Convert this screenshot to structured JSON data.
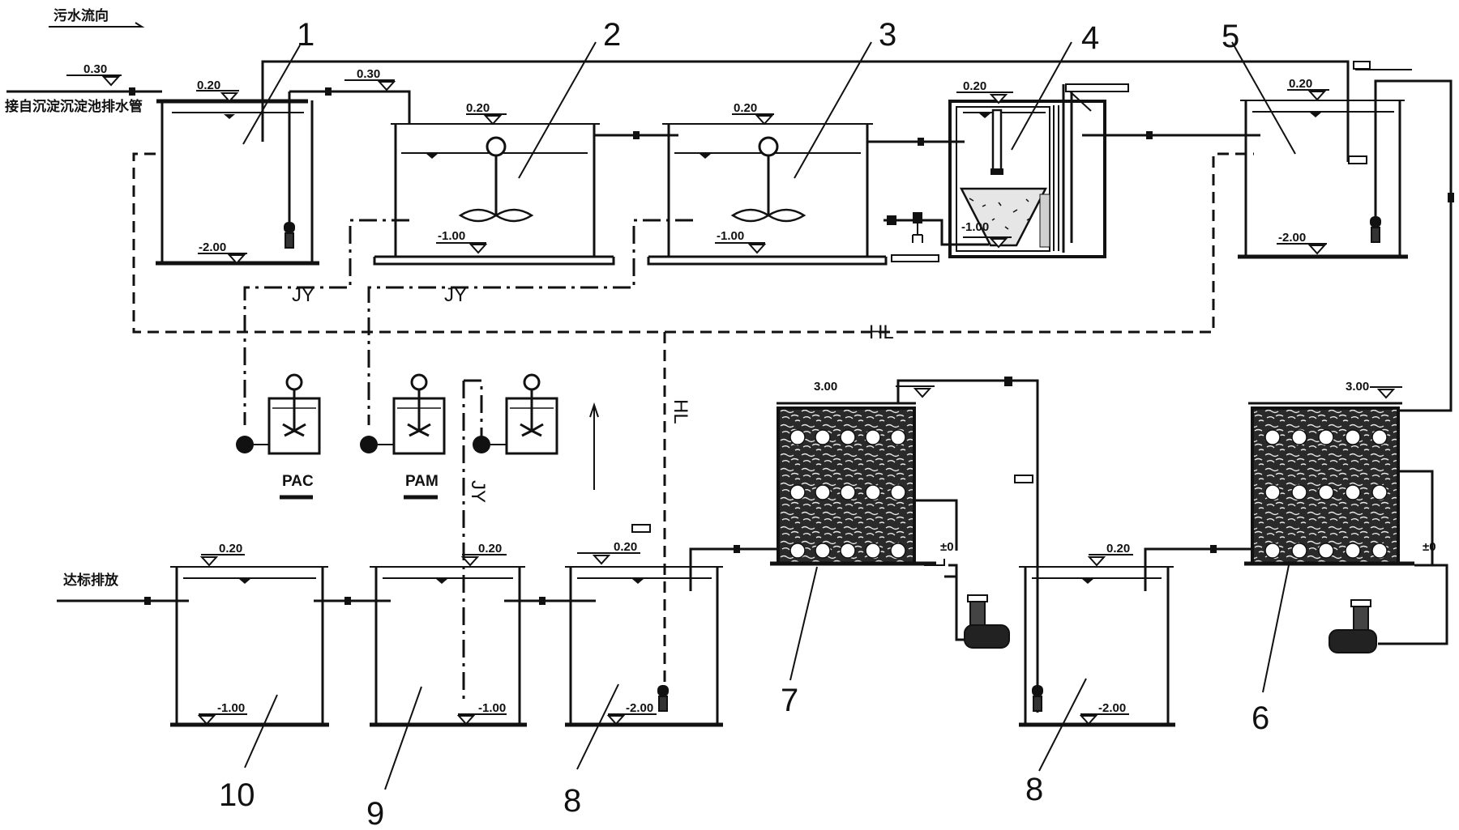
{
  "header": {
    "flow_direction_label": "污水流向",
    "inlet_label": "接自沉淀沉淀池排水管",
    "outlet_label": "达标排放"
  },
  "units": [
    {
      "id": "1",
      "label": "1"
    },
    {
      "id": "2",
      "label": "2"
    },
    {
      "id": "3",
      "label": "3"
    },
    {
      "id": "4",
      "label": "4"
    },
    {
      "id": "5",
      "label": "5"
    },
    {
      "id": "6",
      "label": "6"
    },
    {
      "id": "7",
      "label": "7"
    },
    {
      "id": "8a",
      "label": "8"
    },
    {
      "id": "8b",
      "label": "8"
    },
    {
      "id": "9",
      "label": "9"
    },
    {
      "id": "10",
      "label": "10"
    }
  ],
  "levels": {
    "inlet_pipe": "0.30",
    "tank1_top": "0.20",
    "tank1_bottom": "-2.00",
    "pipe_1_to_2": "0.30",
    "tank2_top": "0.20",
    "tank2_bottom": "-1.00",
    "tank3_top": "0.20",
    "tank3_bottom": "-1.00",
    "tank4_top": "0.20",
    "tank4_sludge": "-1.00",
    "tank5_top": "0.20",
    "tank5_bottom": "-2.00",
    "bed7_top": "3.00",
    "bed7_bottom": "±0",
    "bed6_top": "3.00",
    "bed6_bottom": "±0",
    "tank8r_top": "0.20",
    "tank8r_bottom": "-2.00",
    "tank8l_top": "0.20",
    "tank8l_bottom": "-2.00",
    "tank9_top": "0.20",
    "tank9_bottom": "-1.00",
    "tank10_top": "0.20",
    "tank10_bottom": "-1.00"
  },
  "line_tags": {
    "dosing_1": "JY",
    "dosing_2": "JY",
    "dosing_vertical": "JY",
    "return": "HL",
    "return_vertical": "HL"
  },
  "chemicals": {
    "pac": "PAC",
    "pam": "PAM"
  }
}
